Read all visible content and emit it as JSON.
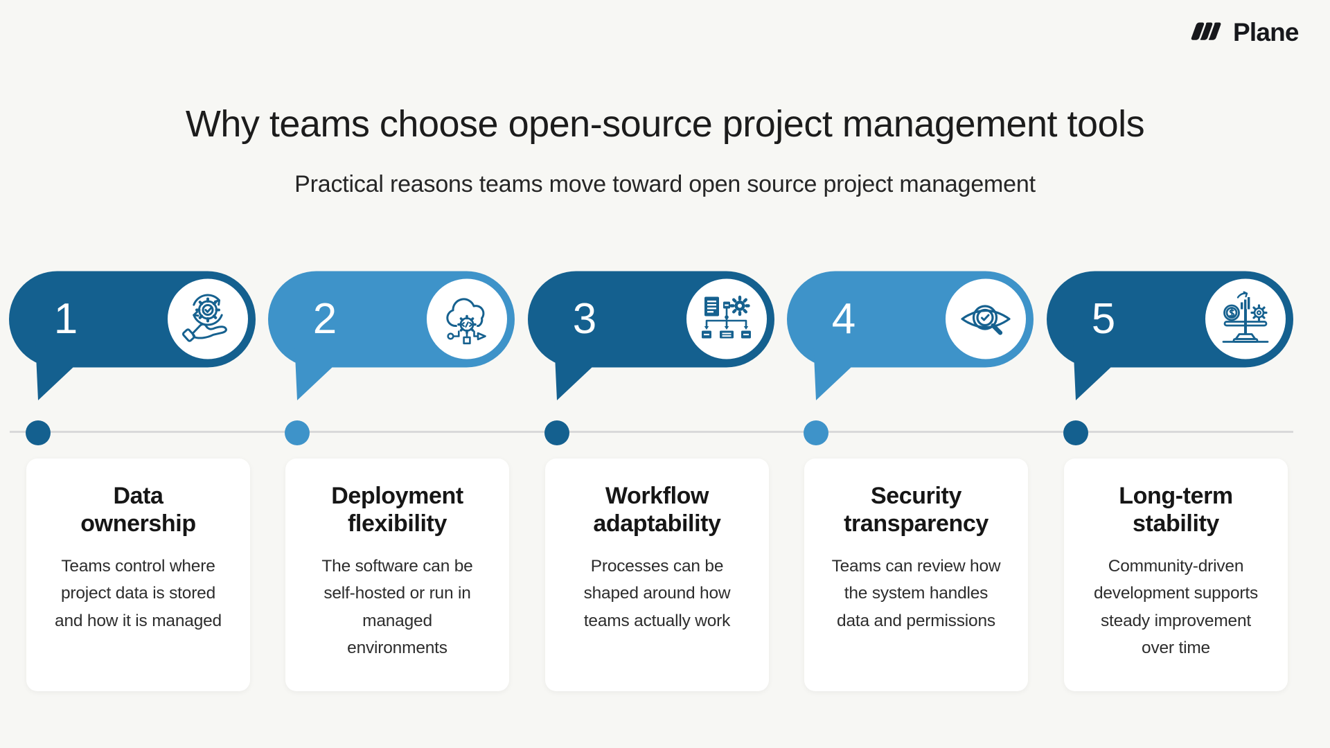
{
  "brand": {
    "name": "Plane",
    "logo_icon": "plane-logo-icon"
  },
  "header": {
    "title": "Why teams choose open-source project management tools",
    "subtitle": "Practical reasons teams move toward open source project management"
  },
  "palette": {
    "dark_blue": "#14608F",
    "light_blue": "#3E93C9",
    "icon_stroke": "#16618F",
    "timeline_line": "#D9D9D9",
    "background": "#F7F7F4",
    "card_background": "#FFFFFF",
    "number_text": "#FFFFFF",
    "heading_text": "#1C1C1C",
    "body_text": "#2D2D2D"
  },
  "steps": [
    {
      "number": "1",
      "variant": "dark",
      "icon": "hand-holding-gear-icon",
      "title": "Data ownership",
      "description": "Teams control where project data is stored and how it is managed"
    },
    {
      "number": "2",
      "variant": "light",
      "icon": "cloud-code-deployment-icon",
      "title": "Deployment flexibility",
      "description": "The software can be self-hosted or run in managed environments"
    },
    {
      "number": "3",
      "variant": "dark",
      "icon": "workflow-diagram-icon",
      "title": "Workflow adaptability",
      "description": "Processes can be shaped around how teams actually work"
    },
    {
      "number": "4",
      "variant": "light",
      "icon": "eye-magnifier-check-icon",
      "title": "Security transparency",
      "description": "Teams can review how the system handles data and permissions"
    },
    {
      "number": "5",
      "variant": "dark",
      "icon": "balance-scale-icon",
      "title": "Long-term stability",
      "description": "Community-driven development supports steady improvement over time"
    }
  ]
}
